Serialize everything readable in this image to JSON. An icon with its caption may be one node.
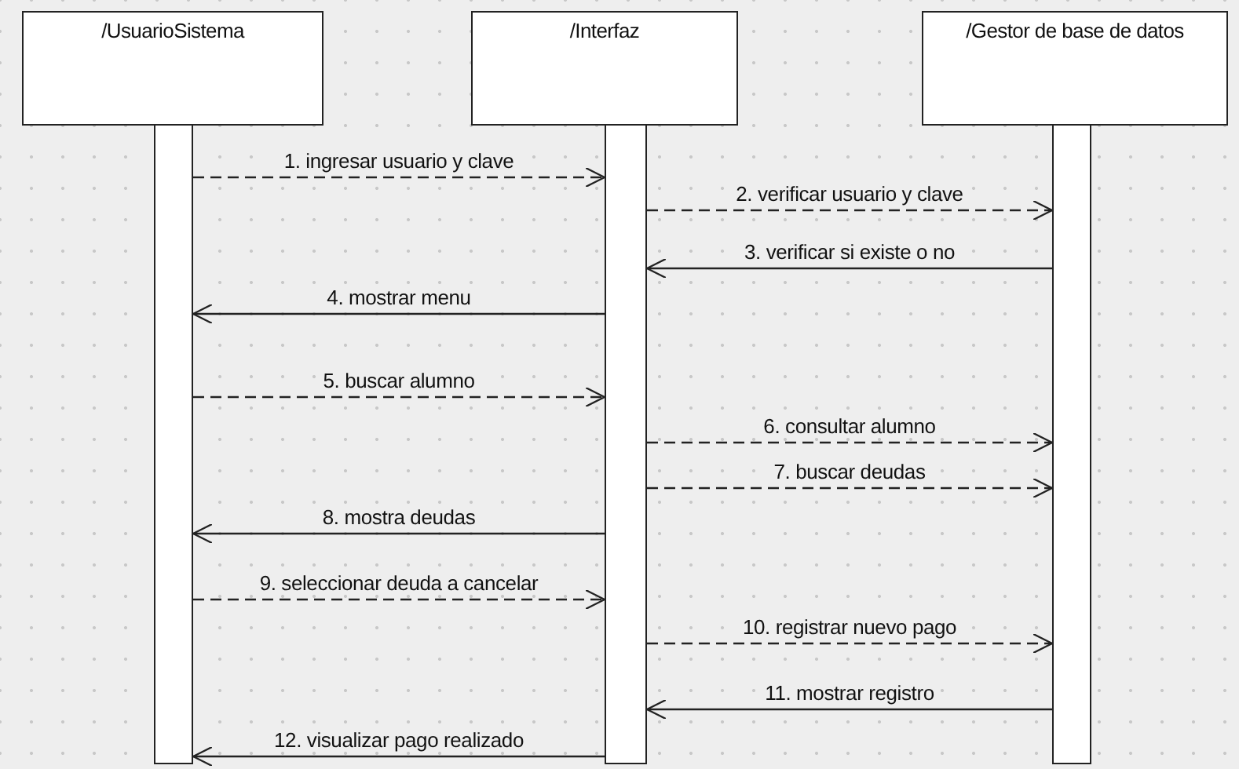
{
  "diagram": {
    "nodes": [
      {
        "text": [
          "/UsuarioSistema"
        ]
      },
      {
        "text": [
          "/Interfaz"
        ]
      },
      {
        "text": [
          "/Gestor de base de datos"
        ]
      },
      {
        "text": [],
        "shape": "bar"
      },
      {
        "text": [],
        "shape": "bar"
      },
      {
        "text": [],
        "shape": "bar"
      }
    ],
    "edges": [
      {
        "from": 3,
        "to": 4,
        "arrow": "to",
        "label": "1. ingresar usuario y clave",
        "style": "dashed"
      },
      {
        "from": 4,
        "to": 5,
        "arrow": "to",
        "label": "2. verificar usuario y clave",
        "style": "dashed"
      },
      {
        "from": 5,
        "to": 4,
        "arrow": "to",
        "label": "3. verificar si existe o no"
      },
      {
        "from": 4,
        "to": 3,
        "arrow": "to",
        "label": "4. mostrar menu"
      },
      {
        "from": 3,
        "to": 4,
        "arrow": "to",
        "label": "5. buscar alumno",
        "style": "dashed"
      },
      {
        "from": 4,
        "to": 5,
        "arrow": "to",
        "label": "6. consultar alumno",
        "style": "dashed"
      },
      {
        "from": 4,
        "to": 5,
        "arrow": "to",
        "label": "7. buscar deudas",
        "style": "dashed"
      },
      {
        "from": 4,
        "to": 3,
        "arrow": "to",
        "label": "8. mostra deudas"
      },
      {
        "from": 3,
        "to": 4,
        "arrow": "to",
        "label": "9. seleccionar deuda a cancelar",
        "style": "dashed"
      },
      {
        "from": 4,
        "to": 5,
        "arrow": "to",
        "label": "10. registrar nuevo pago",
        "style": "dashed"
      },
      {
        "from": 5,
        "to": 4,
        "arrow": "to",
        "label": "11. mostrar registro"
      },
      {
        "from": 4,
        "to": 3,
        "arrow": "to",
        "label": "12. visualizar pago realizado"
      }
    ]
  }
}
